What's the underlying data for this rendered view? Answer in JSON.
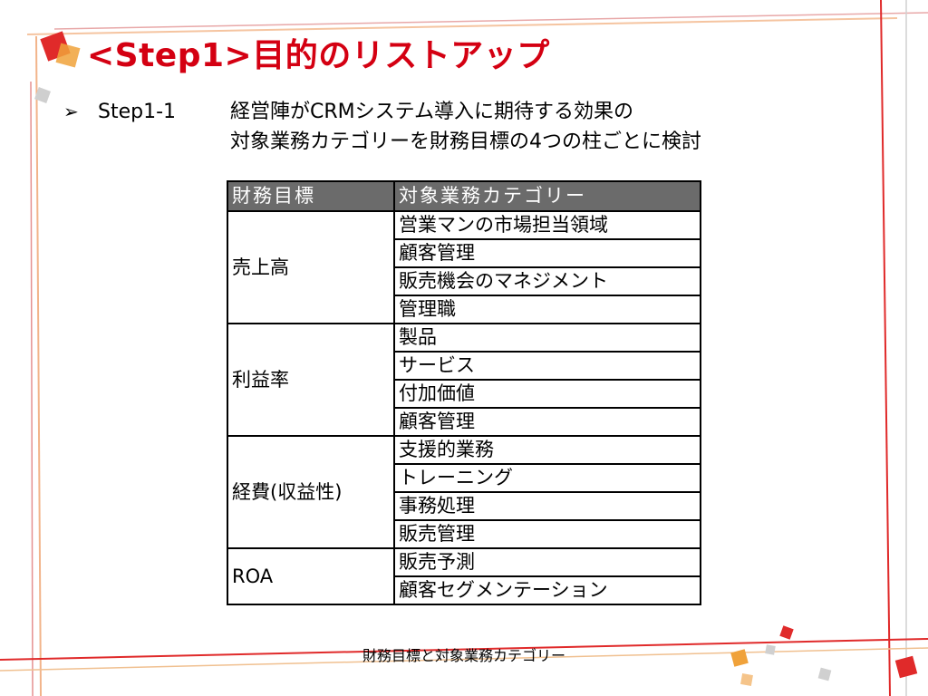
{
  "slide": {
    "title": "<Step1>目的のリストアップ",
    "bullet": {
      "marker": "➢",
      "step": "Step1-1",
      "line1": "経営陣がCRMシステム導入に期待する効果の",
      "line2": "対象業務カテゴリーを財務目標の4つの柱ごとに検討"
    },
    "table": {
      "headers": [
        "財務目標",
        "対象業務カテゴリー"
      ],
      "groups": [
        {
          "finance": "売上高",
          "items": [
            "営業マンの市場担当領域",
            "顧客管理",
            "販売機会のマネジメント",
            "管理職"
          ]
        },
        {
          "finance": "利益率",
          "items": [
            "製品",
            "サービス",
            "付加価値",
            "顧客管理"
          ]
        },
        {
          "finance": "経費(収益性)",
          "items": [
            "支援的業務",
            "トレーニング",
            "事務処理",
            "販売管理"
          ]
        },
        {
          "finance": "ROA",
          "items": [
            "販売予測",
            "顧客セグメンテーション"
          ]
        }
      ]
    },
    "caption": "財務目標と対象業務カテゴリー",
    "colors": {
      "title": "#d40012",
      "header_bg": "#6b6b6b",
      "frame_red": "#e02a2a",
      "frame_orange": "#f0a23a",
      "frame_gray": "#c8c8c8"
    }
  }
}
